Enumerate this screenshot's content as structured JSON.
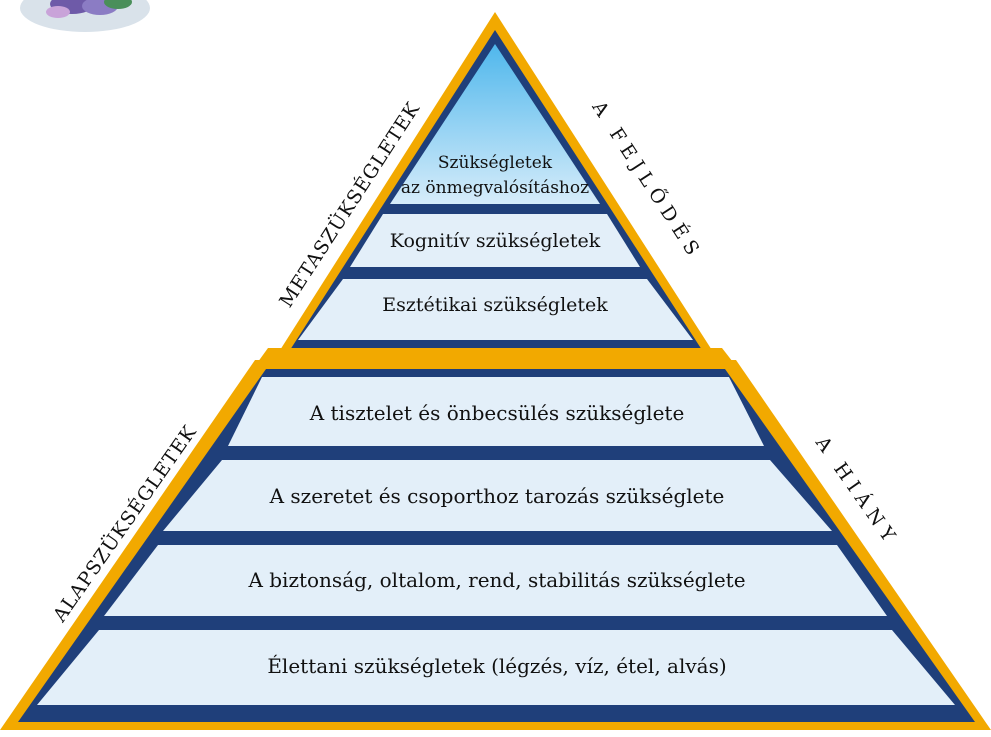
{
  "levels": {
    "self_actualization": [
      "Szükségletek",
      "az önmegvalósításhoz"
    ],
    "cognitive": "Kognitív szükségletek",
    "aesthetic": "Esztétikai szükségletek",
    "esteem": "A tisztelet és önbecsülés szükséglete",
    "belonging": "A szeretet és csoporthoz tarozás szükséglete",
    "safety": "A biztonság, oltalom, rend, stabilitás szükséglete",
    "physiological": "Élettani szükségletek (légzés, víz, étel, alvás)"
  },
  "side_labels": {
    "upper_left": "METASZÜKSÉGLETEK",
    "lower_left": "ALAPSZÜKSÉGLETEK",
    "upper_right": "A FEJLŐDÉS",
    "lower_right": "A HIÁNY"
  },
  "colors": {
    "gold": "#F2A900",
    "navy": "#1F3F7A",
    "band_fill": "#E3EFF9",
    "sky_top": "#4FB7EC",
    "sky_bottom": "#D6ECFA"
  }
}
